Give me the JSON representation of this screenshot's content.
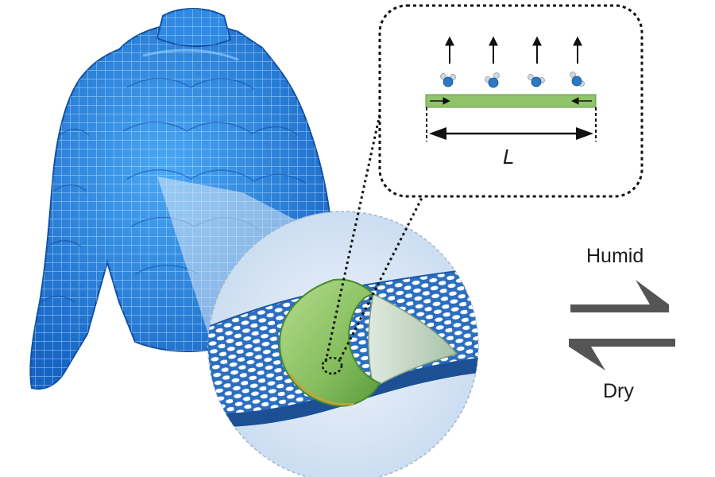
{
  "labels": {
    "humid": "Humid",
    "dry": "Dry",
    "length": "L"
  },
  "colors": {
    "jacket": "#2b8fe6",
    "jacket_grid": "#bfe3ff",
    "film": "#8fc46a",
    "arrow": "#555555",
    "water_oxygen": "#2a79c2",
    "water_hydrogen": "#cfd8de",
    "lens": "#c9dbf0"
  },
  "icons": [
    "jacket-illustration",
    "water-molecule-icon",
    "mesh-fabric-illustration",
    "curled-film-illustration",
    "equilibrium-arrows-icon"
  ]
}
